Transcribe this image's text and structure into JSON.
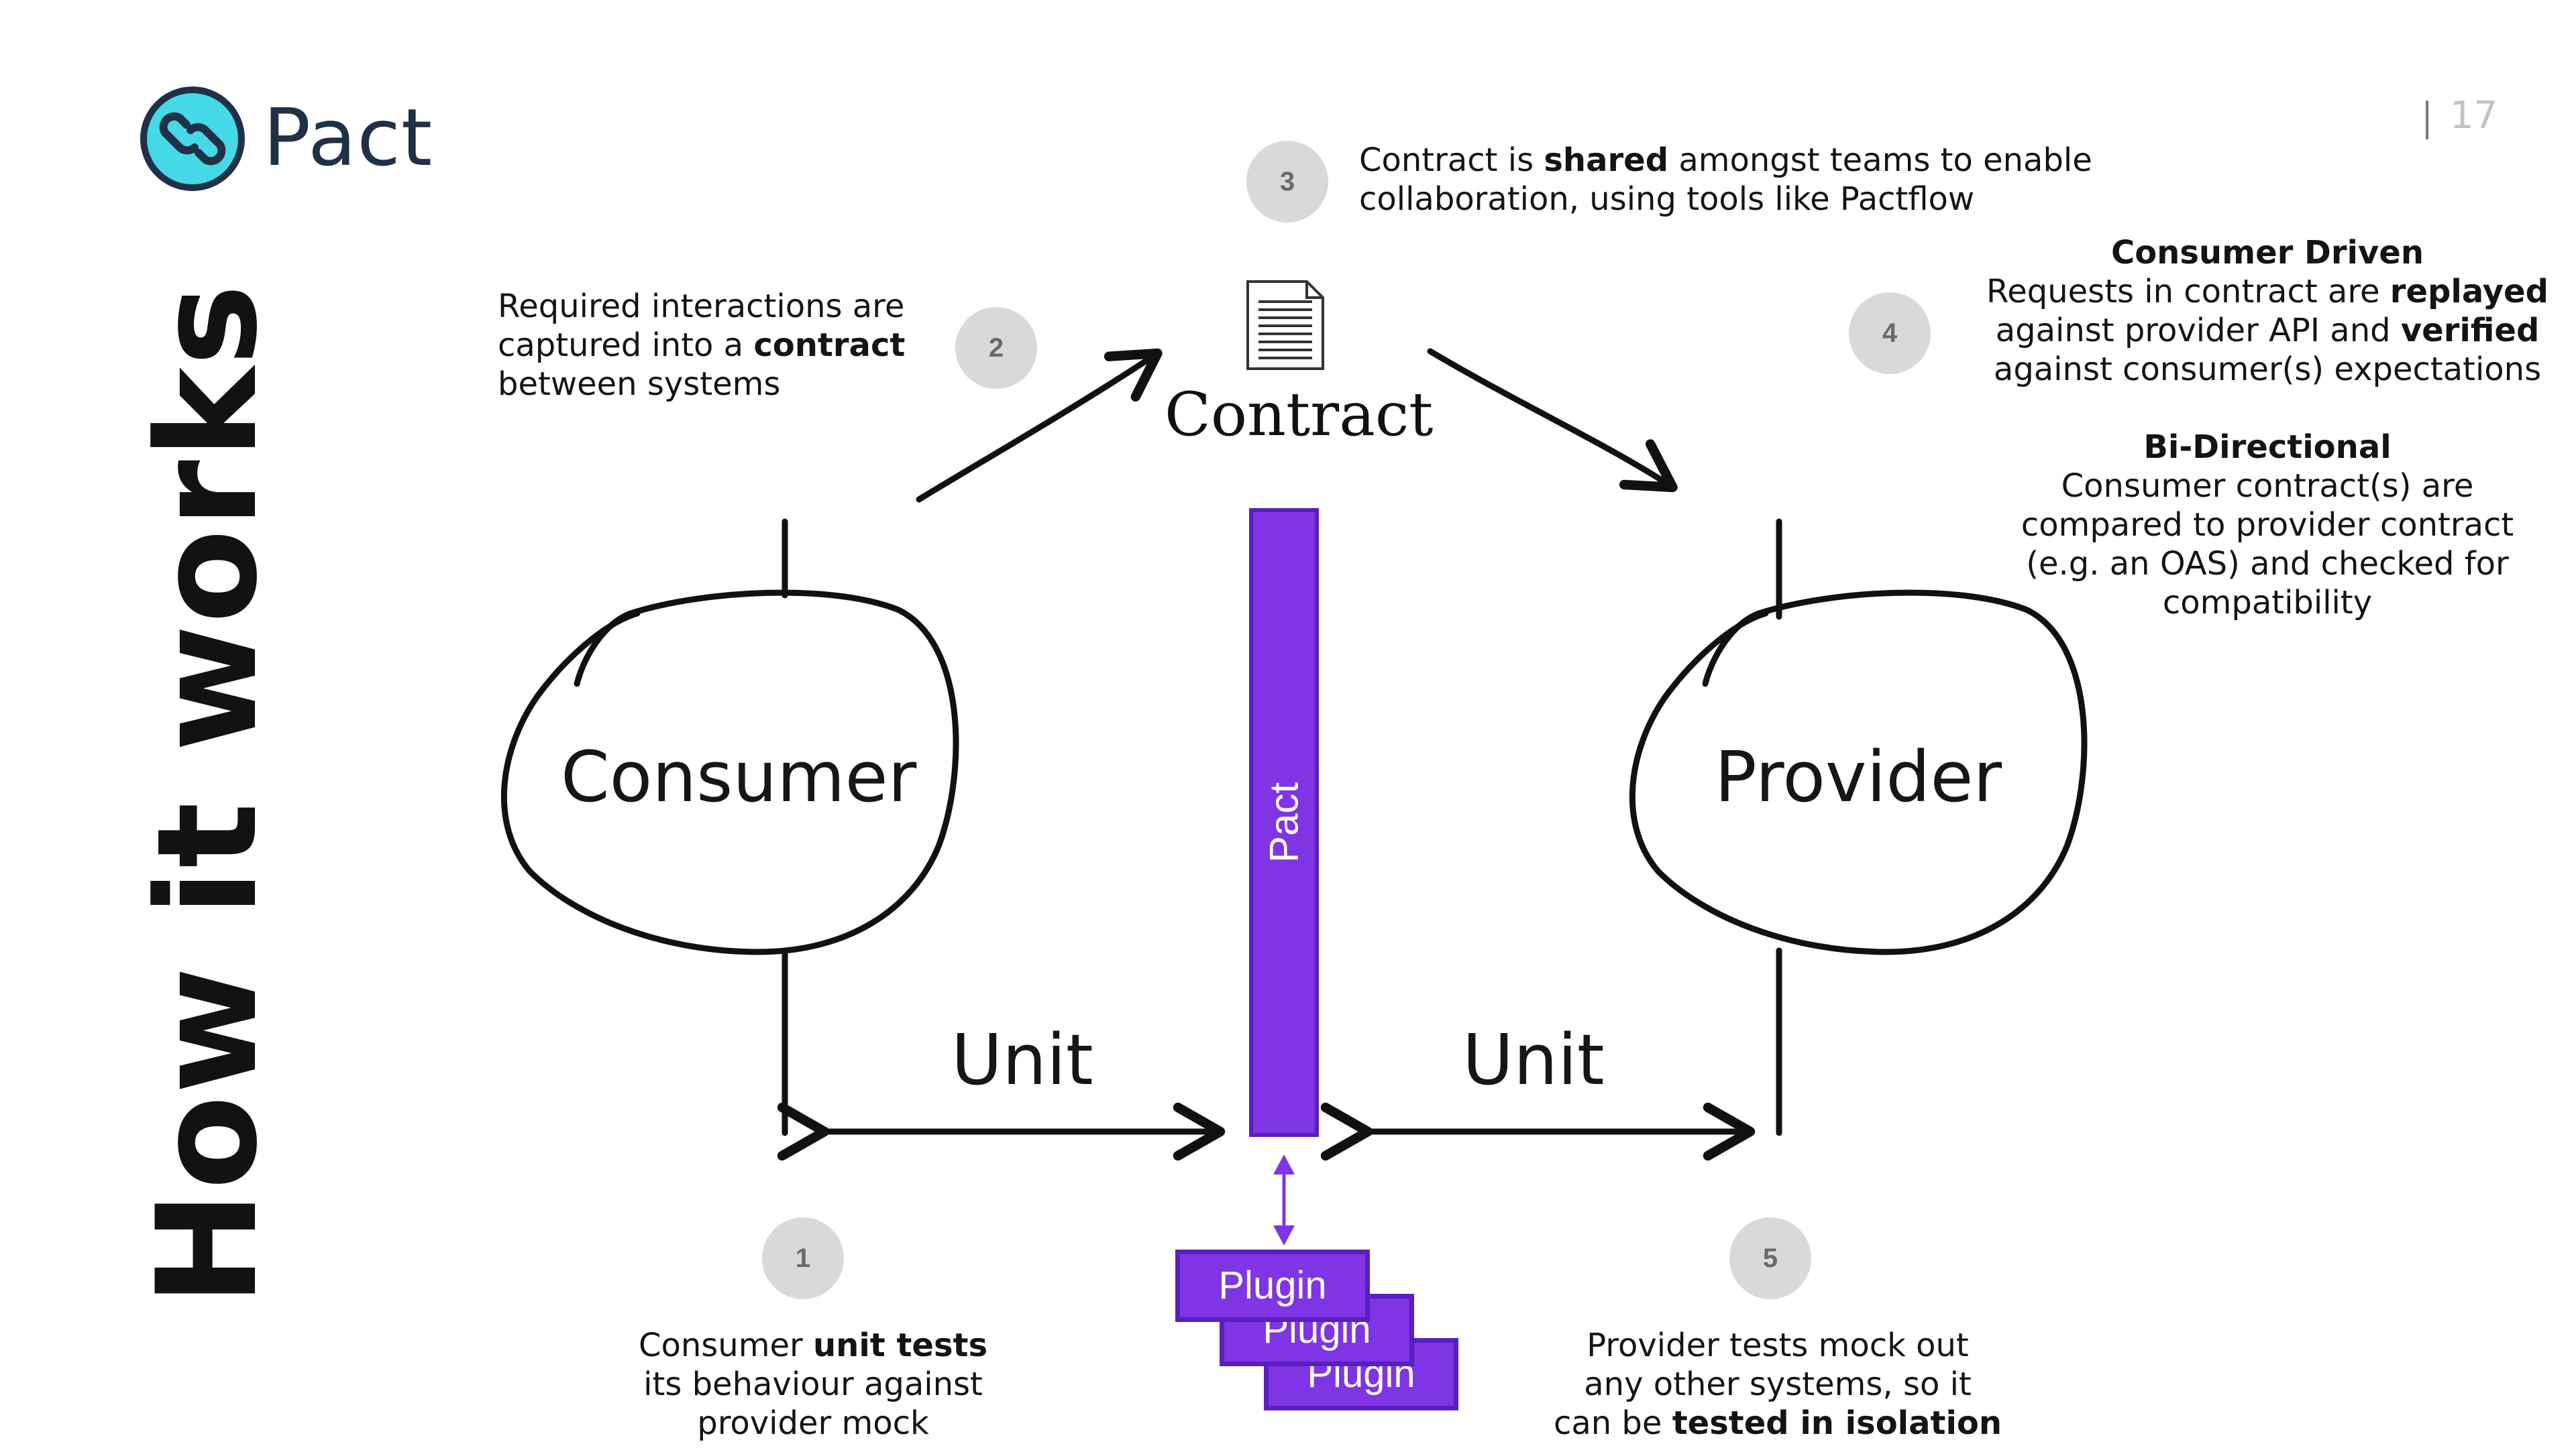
{
  "header": {
    "logo_text": "Pact",
    "page_number": "17",
    "icon": "link-icon"
  },
  "title": "How it works",
  "diagram": {
    "consumer_label": "Consumer",
    "provider_label": "Provider",
    "contract_label": "Contract",
    "pact_bar_label": "Pact",
    "unit_left": "Unit",
    "unit_right": "Unit",
    "plugins": [
      "Plugin",
      "Plugin",
      "Plugin"
    ]
  },
  "steps": {
    "s1": {
      "number": "1",
      "text_a": "Consumer ",
      "bold_a": "unit tests",
      "text_b": "its behaviour against",
      "text_c": "provider mock"
    },
    "s2": {
      "number": "2",
      "line1": "Required interactions are",
      "text_a": "captured into a ",
      "bold_a": "contract",
      "line3": "between systems"
    },
    "s3": {
      "number": "3",
      "text_a": "Contract is ",
      "bold_a": "shared",
      "text_b": " amongst teams to enable",
      "line2": "collaboration, using tools like Pactflow"
    },
    "s4": {
      "number": "4",
      "heading1": "Consumer Driven",
      "text_a": "Requests in contract are ",
      "bold_a": "replayed",
      "text_b": "against provider API and ",
      "bold_b": "verified",
      "text_c": "against consumer(s) expectations",
      "heading2": "Bi-Directional",
      "line5": "Consumer contract(s) are",
      "line6": "compared to provider contract",
      "line7": "(e.g. an OAS) and checked for",
      "line8": "compatibility"
    },
    "s5": {
      "number": "5",
      "line1": "Provider tests mock out",
      "line2": "any other systems, so it",
      "text_a": "can be ",
      "bold_a": "tested in isolation"
    }
  },
  "colors": {
    "pact_purple": "#7f35e4",
    "pact_purple_border": "#5a1fbf",
    "logo_teal": "#45d8e6",
    "logo_dark": "#1f3147",
    "badge_grey": "#d9d9d9"
  }
}
